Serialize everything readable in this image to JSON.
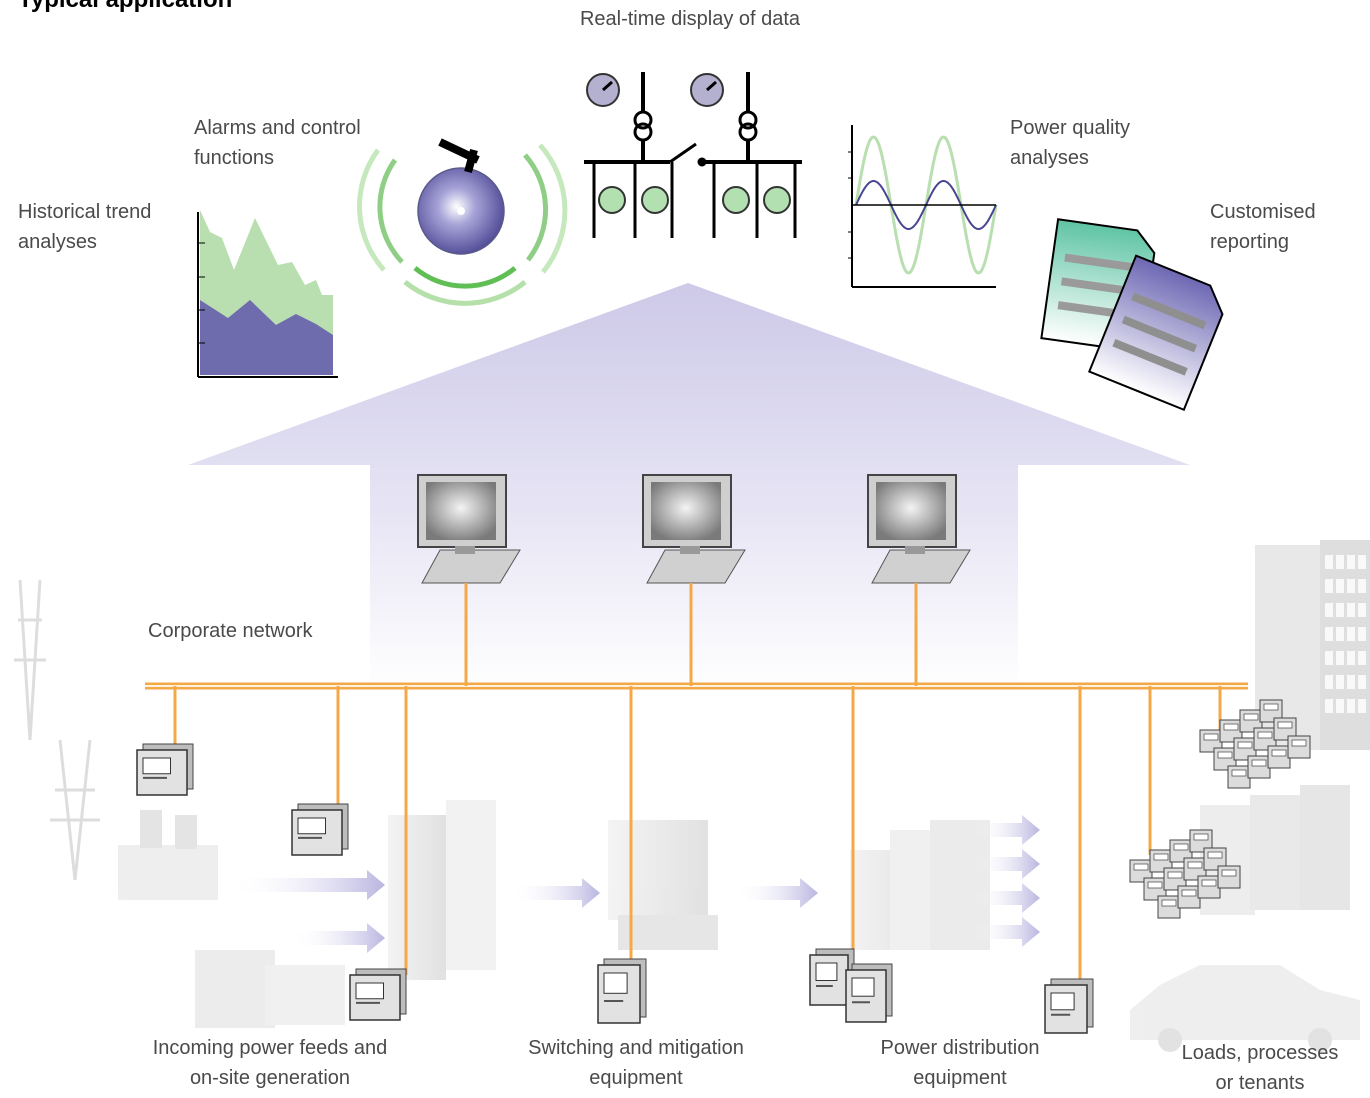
{
  "title": "Typical application",
  "labels": {
    "realtime": "Real-time display of data",
    "alarms_l1": "Alarms and control",
    "alarms_l2": "functions",
    "historical_l1": "Historical trend",
    "historical_l2": "analyses",
    "power_quality_l1": "Power quality",
    "power_quality_l2": "analyses",
    "reporting_l1": "Customised",
    "reporting_l2": "reporting",
    "corporate_network": "Corporate network",
    "incoming_l1": "Incoming power feeds and",
    "incoming_l2": "on-site generation",
    "switching_l1": "Switching and mitigation",
    "switching_l2": "equipment",
    "distribution_l1": "Power distribution",
    "distribution_l2": "equipment",
    "loads_l1": "Loads, processes",
    "loads_l2": "or tenants"
  },
  "colors": {
    "network": "#f4a848",
    "arrow_fill": "#d6d3ec",
    "purple": "#6c6aaa",
    "green": "#b7dca8",
    "equipment": "#e8e8e8"
  },
  "icons": [
    "trend-chart-icon",
    "alarm-dial-icon",
    "single-line-diagram-icon",
    "sine-wave-icon",
    "report-pages-icon",
    "monitor-icon",
    "power-meter-icon",
    "cabinet-icon",
    "building-icon",
    "transmission-tower-icon",
    "car-icon"
  ]
}
